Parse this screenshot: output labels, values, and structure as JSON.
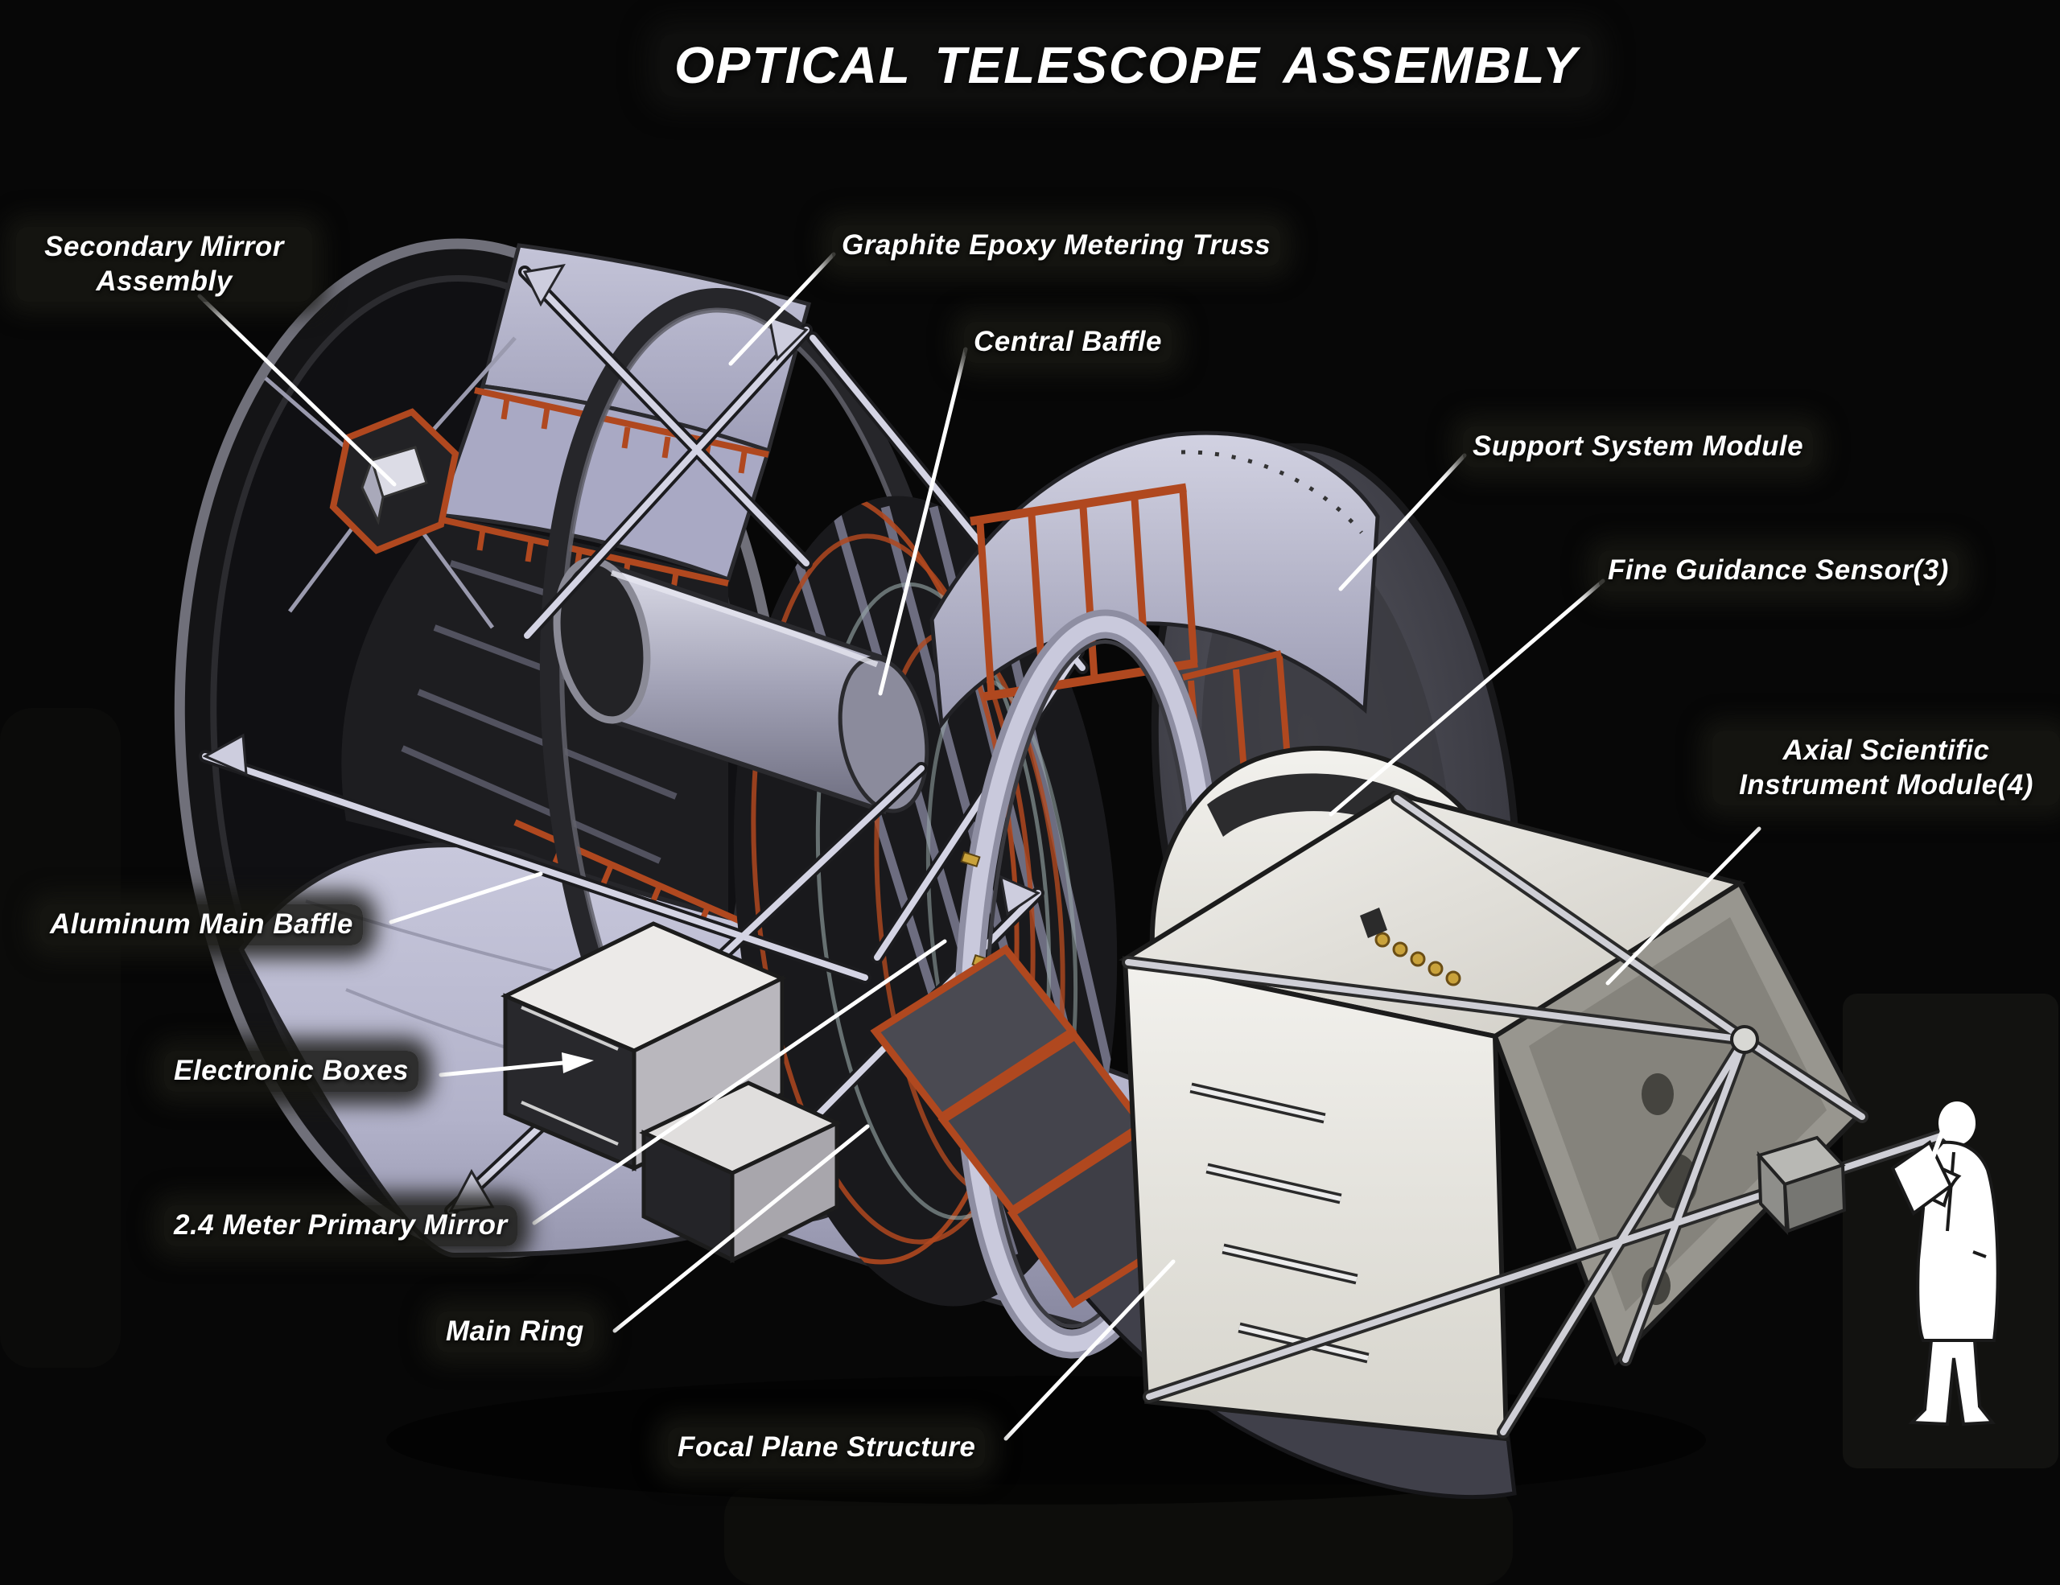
{
  "title": "OPTICAL TELESCOPE ASSEMBLY",
  "labels": {
    "secondary_mirror": "Secondary Mirror\nAssembly",
    "graphite_truss": "Graphite Epoxy Metering Truss",
    "central_baffle": "Central Baffle",
    "support_system": "Support System Module",
    "fine_guidance": "Fine Guidance Sensor(3)",
    "axial_instrument": "Axial Scientific\nInstrument Module(4)",
    "aluminum_baffle": "Aluminum Main Baffle",
    "electronic_boxes": "Electronic Boxes",
    "primary_mirror": "2.4 Meter Primary Mirror",
    "main_ring": "Main Ring",
    "focal_plane": "Focal Plane Structure"
  },
  "colors": {
    "background": "#070707",
    "label_text": "#ffffff",
    "leader_line": "#ffffff",
    "metal_light": "#c9c9dd",
    "metal_mid": "#9a9ab0",
    "metal_dark": "#3c3c44",
    "accent_red": "#b0481f",
    "module_white": "#eceae6",
    "gold": "#c9a23b"
  }
}
